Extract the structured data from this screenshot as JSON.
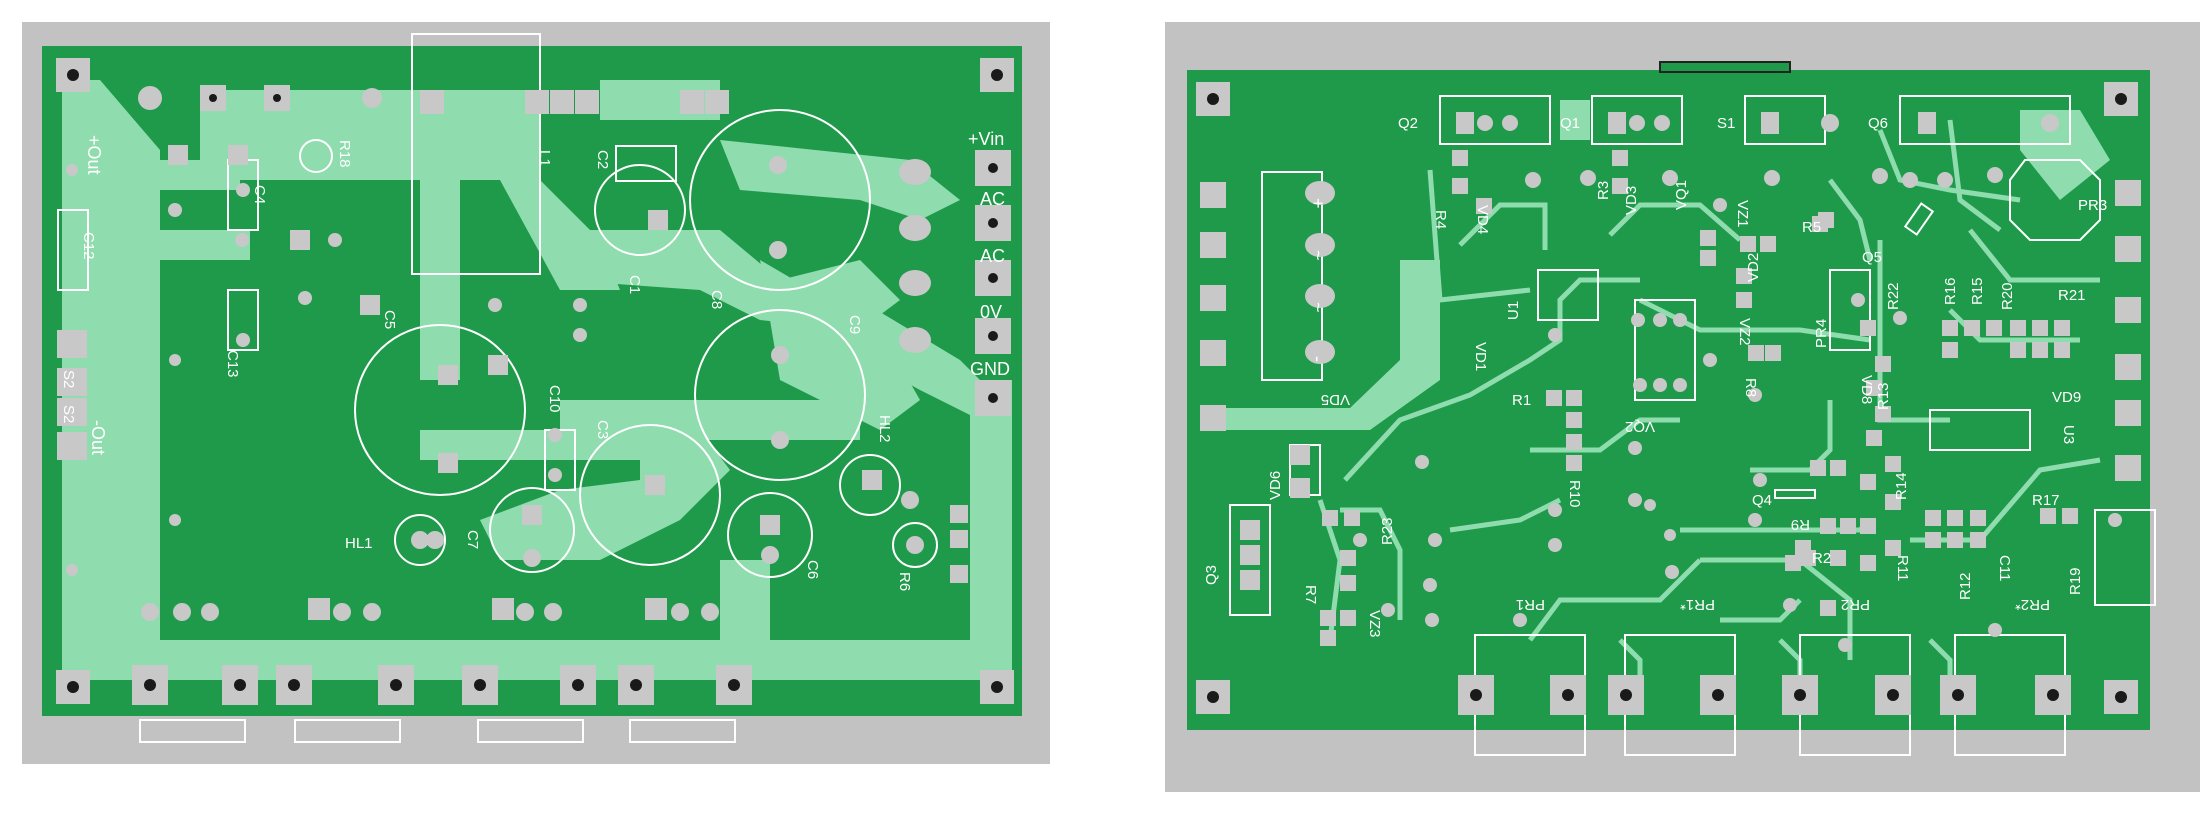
{
  "left_board": {
    "labels": {
      "out_pos": "+Out",
      "out_neg": "-Out",
      "c12": "C12",
      "c13": "C13",
      "c4": "C4",
      "r18": "R18",
      "l1": "L1",
      "c2": "C2",
      "c1": "C1",
      "c5": "C5",
      "c8": "C8",
      "c9": "C9",
      "c10": "C10",
      "c3": "C3",
      "c7": "C7",
      "c6": "C6",
      "hl1": "HL1",
      "hl2": "HL2",
      "r6": "R6",
      "s2a": "S2",
      "s2b": "S2"
    },
    "terminals": {
      "vin": "+Vin",
      "ac1": "AC",
      "ac2": "AC",
      "zero": "0V",
      "gnd": "GND"
    }
  },
  "right_board": {
    "labels": {
      "q2": "Q2",
      "q1": "Q1",
      "s1": "S1",
      "q6": "Q6",
      "r4": "R4",
      "vd4": "VD4",
      "r3": "R3",
      "vd3": "VD3",
      "vq1": "VQ1",
      "vz1": "VZ1",
      "r5": "R5",
      "q5": "Q5",
      "pr3": "PR3",
      "u1": "U1",
      "vd1": "VD1",
      "vq2": "VQ2",
      "vz2": "VZ2",
      "vd2": "VD2",
      "pr4": "PR4",
      "r8": "R8",
      "r22": "R22",
      "r16": "R16",
      "r15": "R15",
      "r20": "R20",
      "r21": "R21",
      "vd9": "VD9",
      "u3": "U3",
      "vd5": "VD5",
      "r1": "R1",
      "vd8": "VD8",
      "r13": "R13",
      "r10": "R10",
      "r14": "R14",
      "q4": "Q4",
      "r9": "R9",
      "r2": "R2",
      "r11": "R11",
      "r12": "R12",
      "c11": "C11",
      "r17": "R17",
      "r19": "R19",
      "vd6": "VD6",
      "q3": "Q3",
      "r7": "R7",
      "r23": "R23",
      "vz3": "VZ3",
      "pr1": "PR1",
      "pr1s": "PR1*",
      "pr2": "PR2",
      "pr2s": "PR2*",
      "bridge_plus": "+",
      "bridge_ac1": "~",
      "bridge_ac2": "~",
      "bridge_minus": "-"
    }
  },
  "colors": {
    "background": "#c2c2c2",
    "board": "#1f9a4a",
    "copper": "#8fdcae",
    "pad": "#c8c8c8",
    "silkscreen": "#ffffff"
  }
}
